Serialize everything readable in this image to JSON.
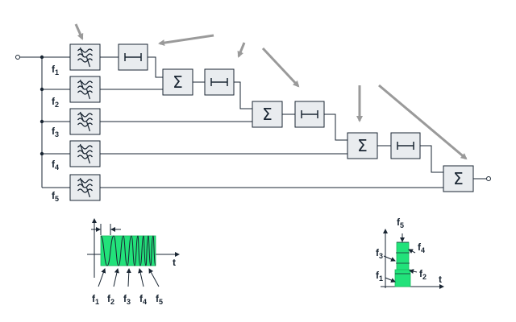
{
  "filters": [
    {
      "freq": "f",
      "sub": "1"
    },
    {
      "freq": "f",
      "sub": "2"
    },
    {
      "freq": "f",
      "sub": "3"
    },
    {
      "freq": "f",
      "sub": "4"
    },
    {
      "freq": "f",
      "sub": "5"
    }
  ],
  "sum_symbol": "Σ",
  "time_axis_label": "t",
  "left_inset_labels": [
    {
      "freq": "f",
      "sub": "1"
    },
    {
      "freq": "f",
      "sub": "2"
    },
    {
      "freq": "f",
      "sub": "3"
    },
    {
      "freq": "f",
      "sub": "4"
    },
    {
      "freq": "f",
      "sub": "5"
    }
  ],
  "right_inset_labels": [
    {
      "freq": "f",
      "sub": "5"
    },
    {
      "freq": "f",
      "sub": "4"
    },
    {
      "freq": "f",
      "sub": "3"
    },
    {
      "freq": "f",
      "sub": "2"
    },
    {
      "freq": "f",
      "sub": "1"
    }
  ],
  "colors": {
    "box_fill": "#e9ecef",
    "line": "#1a2633",
    "arrow": "#9a9a9a",
    "signal": "#22e27a"
  }
}
